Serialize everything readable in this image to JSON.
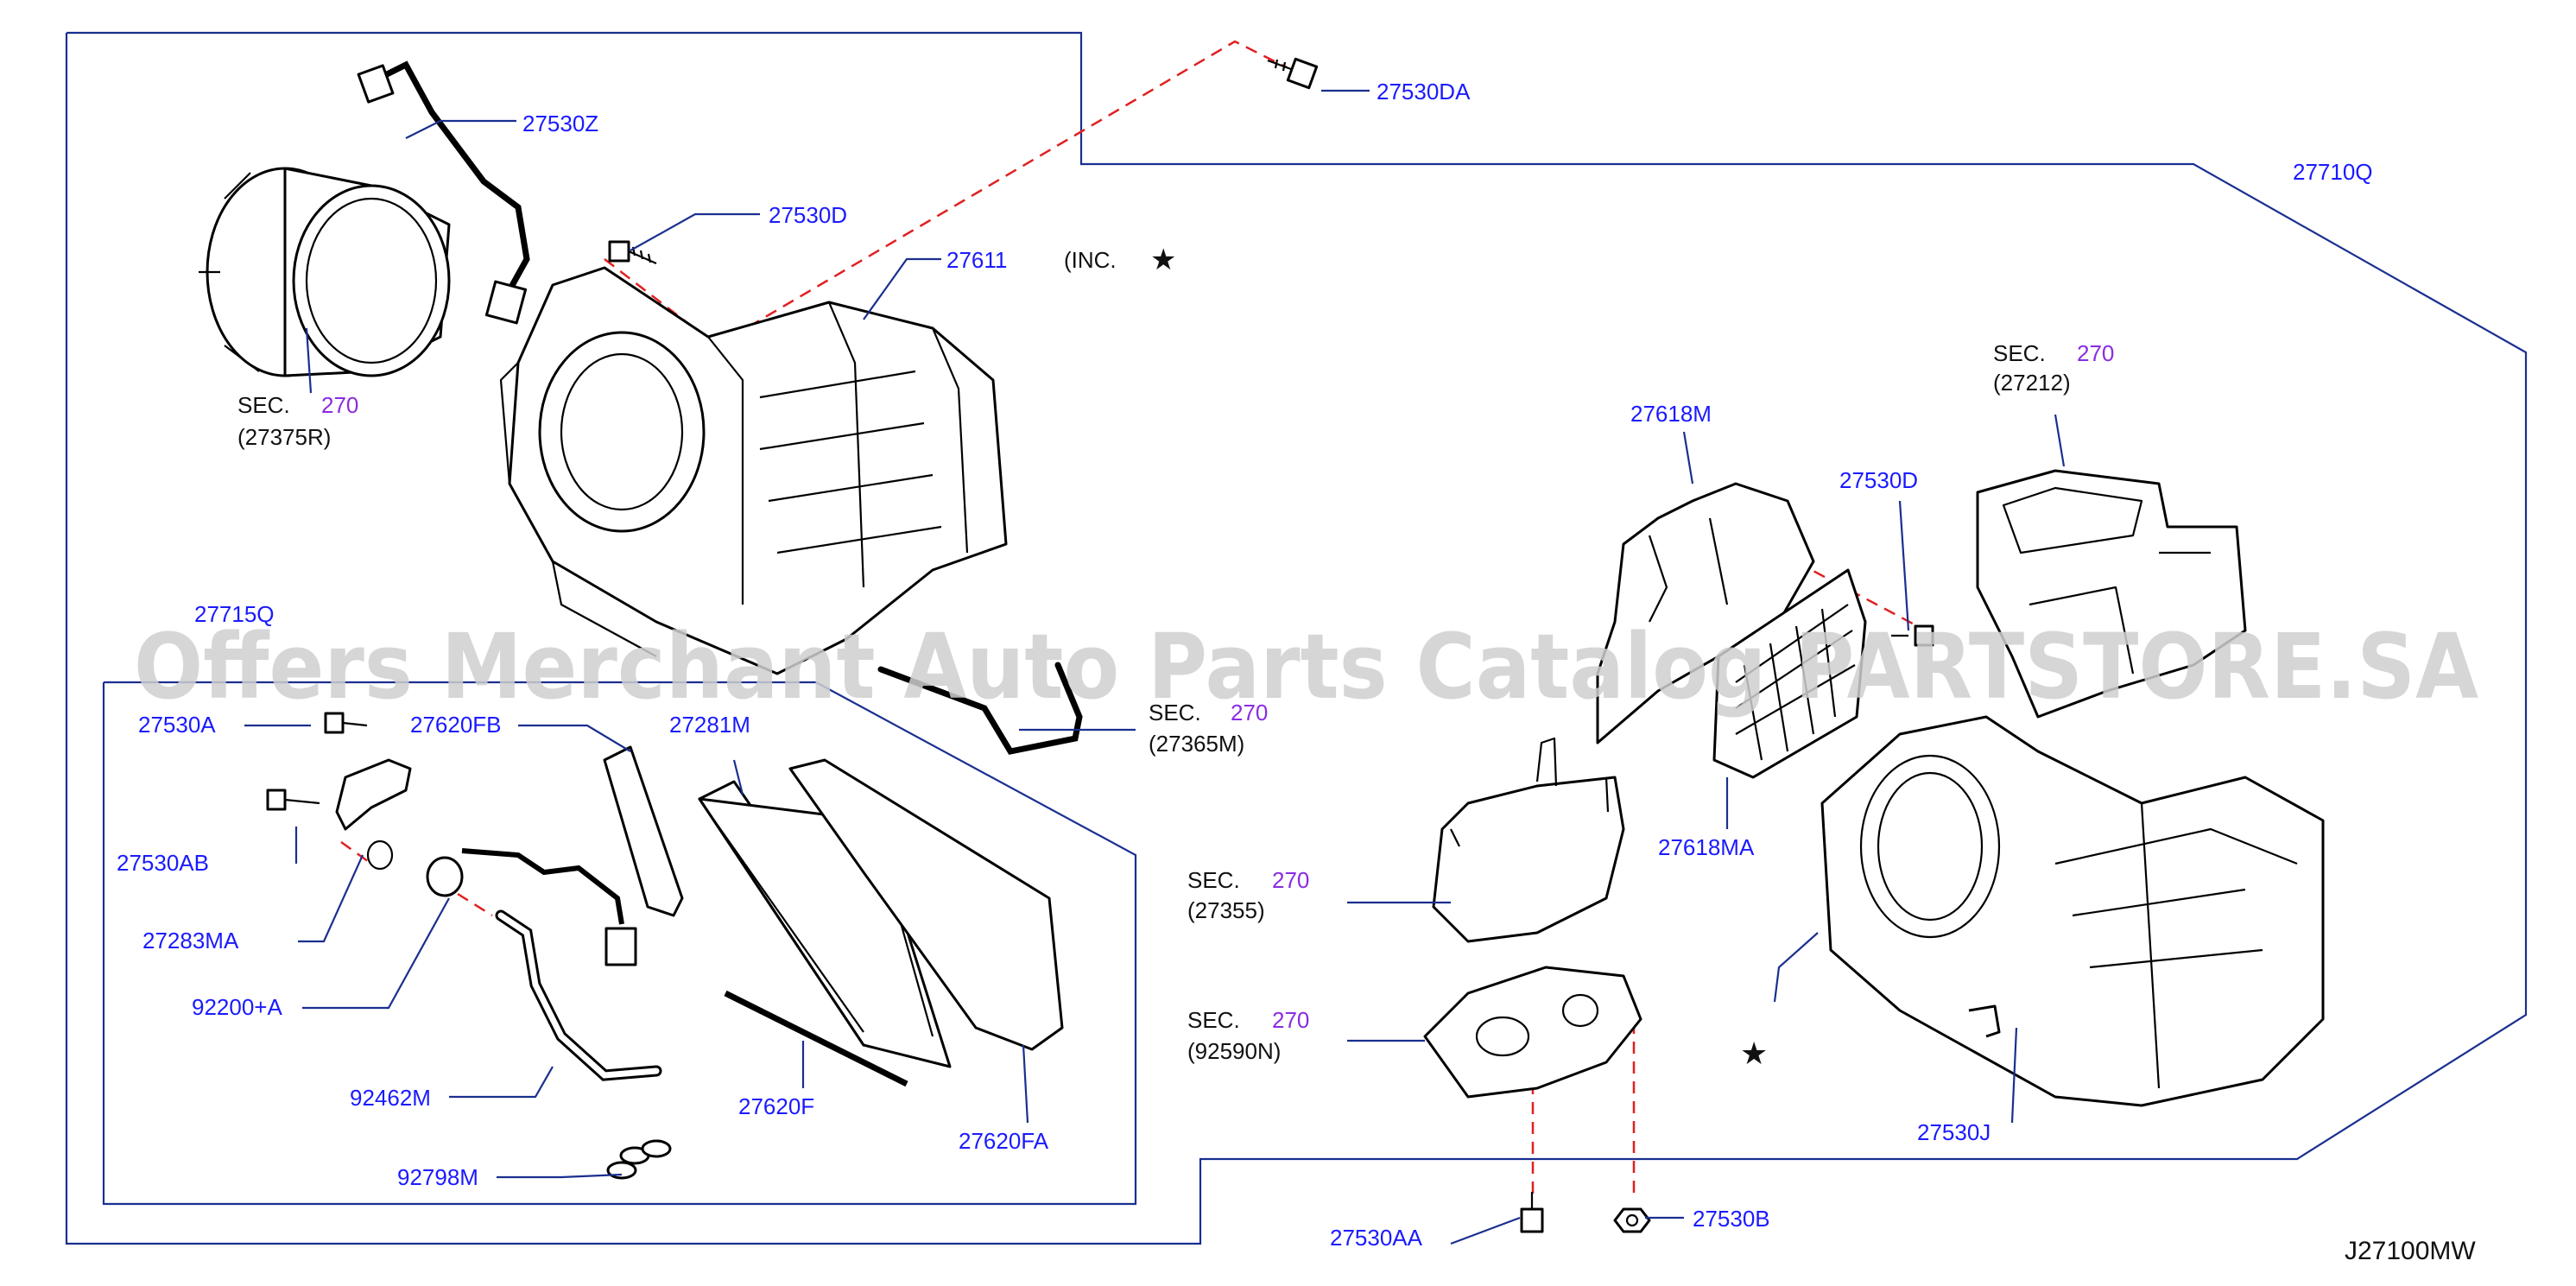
{
  "diagram": {
    "code": "J27100MW",
    "watermark": "Offers Merchant Auto Parts Catalog PARTSTORE.SA",
    "inc_text": "(INC.",
    "inc_symbol": "★",
    "star_symbol": "★",
    "colors": {
      "label": "#1a1aff",
      "leader": "#1a2f8f",
      "section_number": "#8a2be2",
      "dash": "#e02020"
    },
    "part_labels": [
      "27530DA",
      "27530Z",
      "27530D",
      "27611",
      "27710Q",
      "27618M",
      "27530D",
      "27715Q",
      "27530A",
      "27620FB",
      "27281M",
      "27530AB",
      "27283MA",
      "92200+A",
      "92462M",
      "92798M",
      "27620F",
      "27620FA",
      "27618MA",
      "27530J",
      "27530AA",
      "27530B"
    ],
    "sections": [
      {
        "sec": "SEC.",
        "num": "270",
        "ref": "(27375R)"
      },
      {
        "sec": "SEC.",
        "num": "270",
        "ref": "(27212)"
      },
      {
        "sec": "SEC.",
        "num": "270",
        "ref": "(27365M)"
      },
      {
        "sec": "SEC.",
        "num": "270",
        "ref": "(27355)"
      },
      {
        "sec": "SEC.",
        "num": "270",
        "ref": "(92590N)"
      }
    ]
  }
}
